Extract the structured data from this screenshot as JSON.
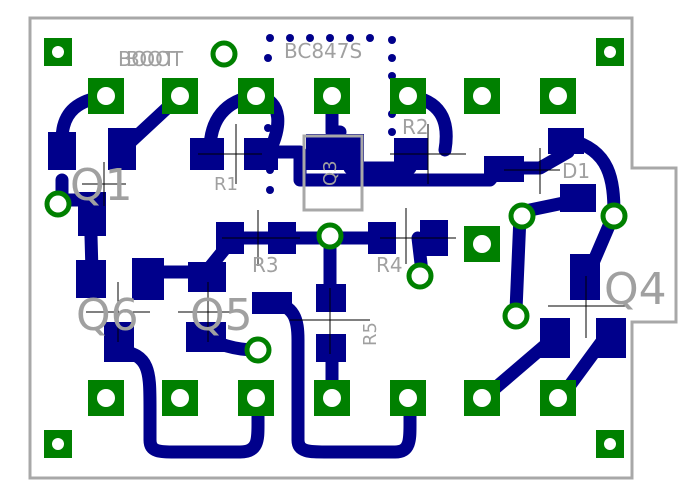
{
  "layout_name": "PCB layout editor",
  "colors": {
    "background": "#ffffff",
    "board_outline": "#a8a8a8",
    "copper": "#00008b",
    "pad": "#008000",
    "label": "#a0a0a0"
  },
  "labels": {
    "boot": "BOOT",
    "bc847s": "BC847S",
    "q1": "Q1",
    "q3": "Q3",
    "q4": "Q4",
    "q5": "Q5",
    "q6": "Q6",
    "r1": "R1",
    "r2": "R2",
    "r3": "R3",
    "r4": "R4",
    "r5": "R5",
    "d1": "D1"
  }
}
